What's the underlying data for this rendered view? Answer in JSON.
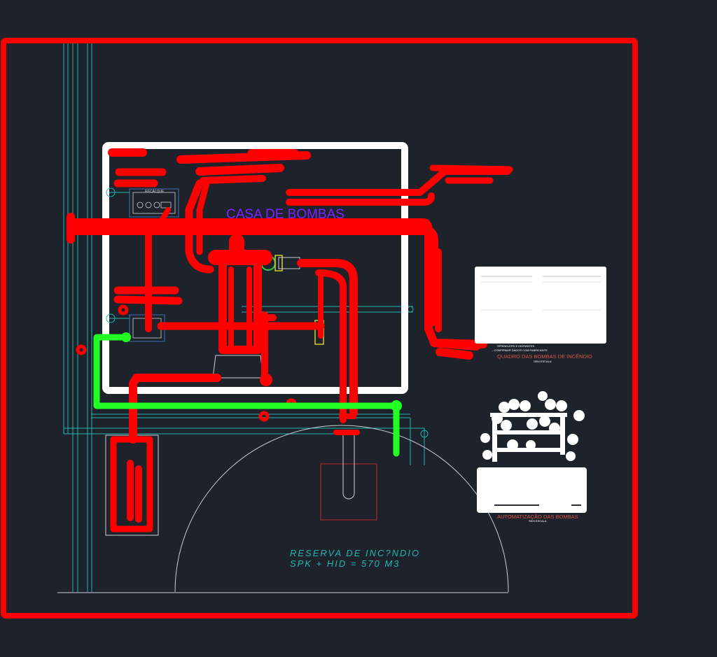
{
  "labels": {
    "casa_de_bombas": "CASA DE BOMBAS",
    "reserva_line1": "RESERVA DE INC?NDIO",
    "reserva_line2": "SPK + HID = 570 M3",
    "recalque": "RECALQUE",
    "quadro_title": "QUADRO DAS BOMBAS DE INCÊNDIO",
    "quadro_scale": "SEM ESCALA",
    "quadro_note1": "SPRINKLERS E HIDRANTES.",
    "quadro_note2": "- CONFIRMAR DADOS COM FABRICANTE.",
    "automatizacao_title": "AUTOMATIZAÇÃO DAS BOMBAS",
    "automatizacao_scale": "SEM ESCALA"
  },
  "colors": {
    "background": "#1e232b",
    "highlight_red": "#ff0000",
    "highlight_green": "#22ff22",
    "room_white": "#ffffff",
    "cad_cyan": "#1fb5b0",
    "label_purple": "#7b22ff",
    "caption_red": "#d9544a"
  }
}
